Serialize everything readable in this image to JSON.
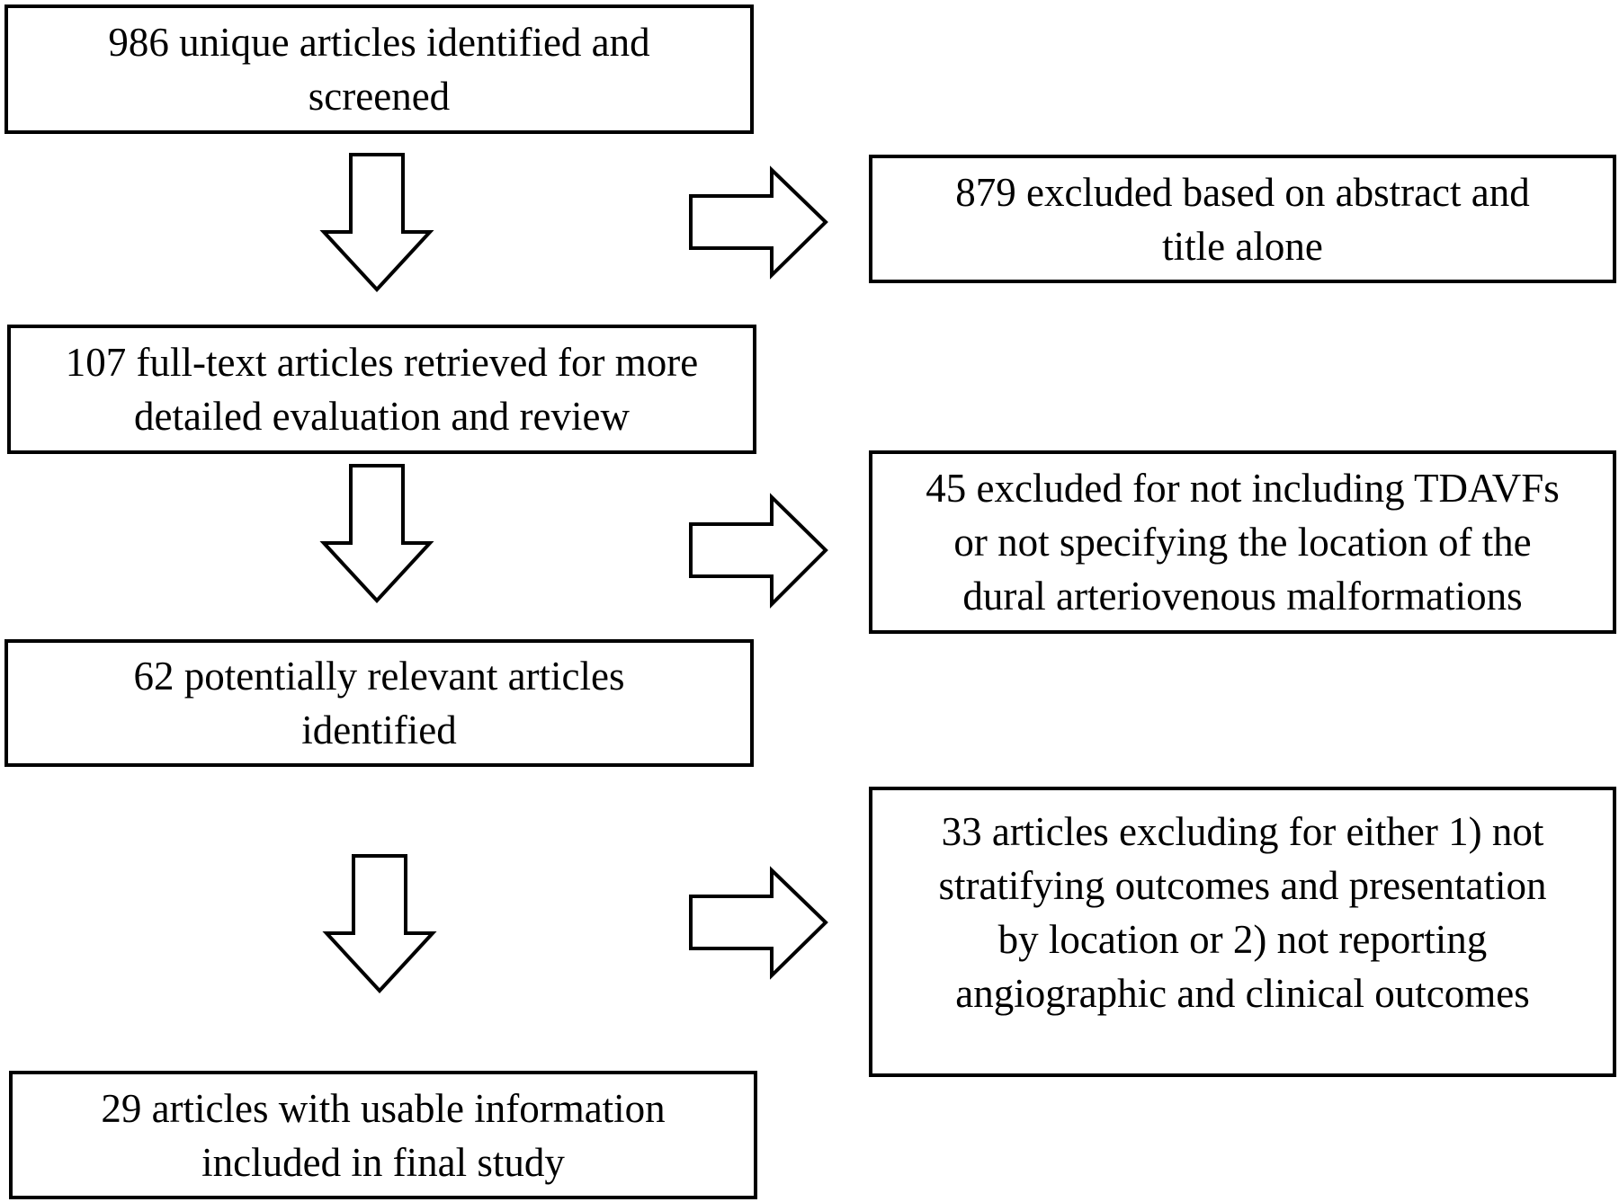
{
  "flow": {
    "left": [
      {
        "lines": [
          "986 unique articles identified and",
          "screened"
        ]
      },
      {
        "lines": [
          "107 full-text articles retrieved for more",
          "detailed evaluation and review"
        ]
      },
      {
        "lines": [
          "62 potentially relevant articles",
          "identified"
        ]
      },
      {
        "lines": [
          "29 articles with usable information",
          "included in final study"
        ]
      }
    ],
    "right": [
      {
        "lines": [
          "879 excluded based on abstract and",
          "title alone"
        ]
      },
      {
        "lines": [
          "45 excluded for not including TDAVFs",
          "or not specifying the location of the",
          "dural arteriovenous malformations"
        ]
      },
      {
        "lines": [
          "33 articles excluding for either 1) not",
          "stratifying outcomes and presentation",
          "by location or 2) not reporting",
          "angiographic and clinical outcomes"
        ]
      }
    ]
  }
}
